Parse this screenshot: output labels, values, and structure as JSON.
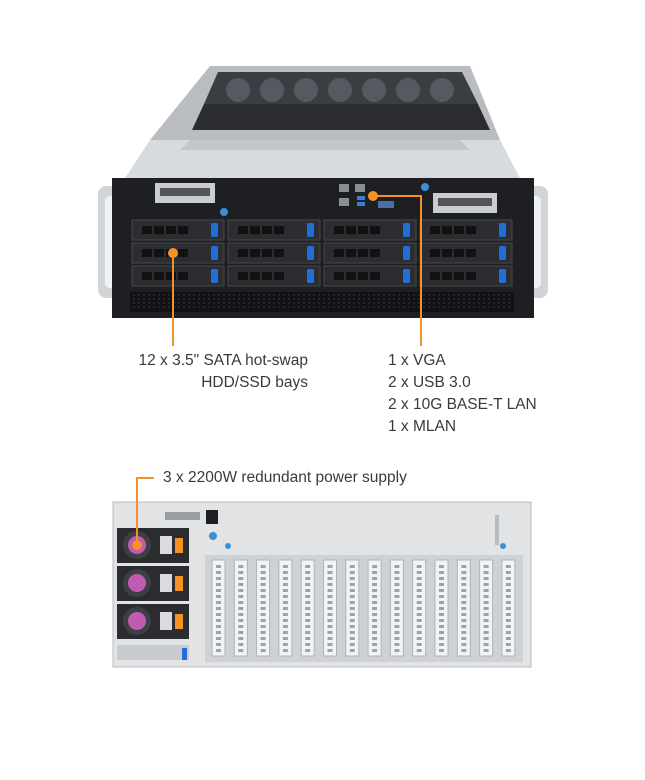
{
  "colors": {
    "accent": "#f39325",
    "chassis_dark": "#1e1f22",
    "chassis_light": "#c9ccd0",
    "bay_latch": "#1f6fd6",
    "psu_fan": "#c25ab2"
  },
  "front_callouts": {
    "drive_bays": {
      "line1": "12 x 3.5\" SATA hot-swap",
      "line2": "HDD/SSD bays"
    },
    "io_ports": [
      "1 x VGA",
      "2 x USB 3.0",
      "2 x 10G BASE-T LAN",
      "1 x MLAN"
    ]
  },
  "rear_callouts": {
    "power_supply": "3 x 2200W redundant power supply"
  }
}
